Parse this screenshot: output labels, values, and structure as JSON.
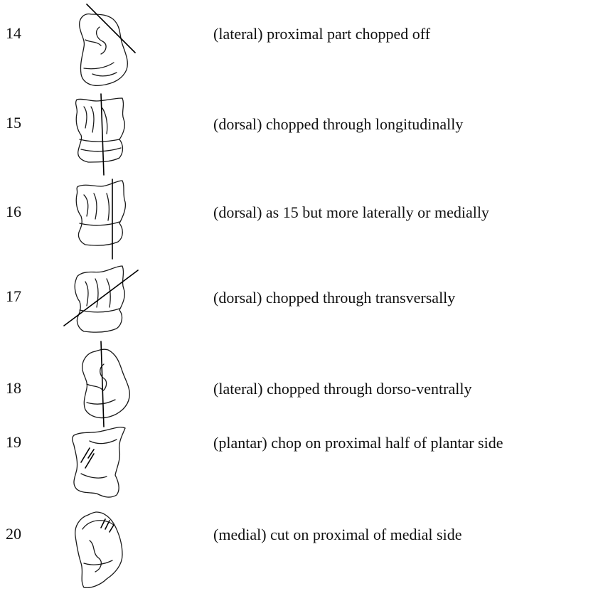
{
  "entries": [
    {
      "number": "14",
      "description": "(lateral) proximal part chopped off",
      "view": "lateral",
      "mark": "diagonal-cut-top"
    },
    {
      "number": "15",
      "description": "(dorsal) chopped through longitudinally",
      "view": "dorsal",
      "mark": "longitudinal-cut-center"
    },
    {
      "number": "16",
      "description": "(dorsal) as 15 but more laterally or medially",
      "view": "dorsal",
      "mark": "longitudinal-cut-side"
    },
    {
      "number": "17",
      "description": "(dorsal) chopped through transversally",
      "view": "dorsal",
      "mark": "transverse-cut"
    },
    {
      "number": "18",
      "description": "(lateral) chopped through dorso-ventrally",
      "view": "lateral",
      "mark": "dorso-ventral-cut"
    },
    {
      "number": "19",
      "description": "(plantar) chop on proximal half of plantar side",
      "view": "plantar",
      "mark": "chop-marks"
    },
    {
      "number": "20",
      "description": "(medial) cut on proximal of medial side",
      "view": "medial",
      "mark": "cut-marks"
    }
  ]
}
